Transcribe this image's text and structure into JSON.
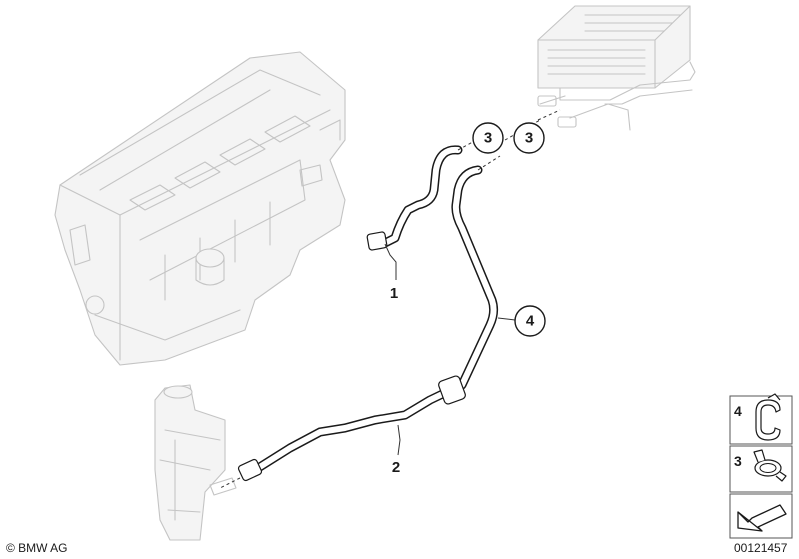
{
  "callouts": {
    "clamp_a": "3",
    "clamp_b": "3",
    "hose_1": "1",
    "hose_2": "2",
    "hose_4": "4"
  },
  "legend": [
    {
      "number": "4",
      "icon": "hose-holder-icon"
    },
    {
      "number": "3",
      "icon": "hose-clamp-icon"
    }
  ],
  "legend_arrow_icon": "direction-arrow-icon",
  "footer": {
    "copyright": "© BMW AG",
    "diagram_number": "00121457"
  },
  "colors": {
    "ink": "#1a1a1a",
    "ghost": "#c4c4c4"
  }
}
